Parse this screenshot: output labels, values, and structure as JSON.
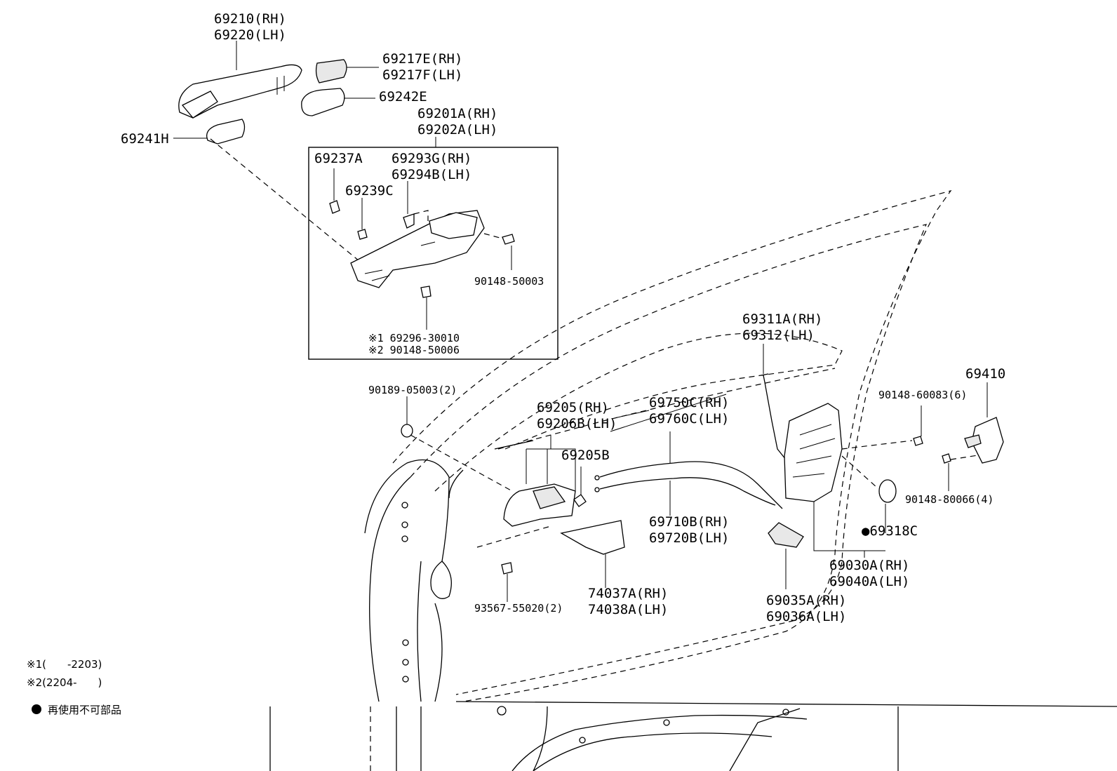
{
  "parts": {
    "outer_handle": [
      "69210(RH)",
      "69220(LH)"
    ],
    "handle_cap": [
      "69217E(RH)",
      "69217F(LH)"
    ],
    "handle_pad": "69242E",
    "handle_pad_rear": "69241H",
    "frame_assy": [
      "69201A(RH)",
      "69202A(LH)"
    ],
    "frame_clip": "69237A",
    "frame_cushion": "69239C",
    "frame_spring": [
      "69293G(RH)",
      "69294B(LH)"
    ],
    "frame_bolt": "90148-50003",
    "frame_screw_1": "※1 69296-30010",
    "frame_screw_2": "※2 90148-50006",
    "lock_rod": [
      "69311A(RH)",
      "69312(LH)"
    ],
    "striker": "69410",
    "striker_bolt_a": "90148-60083(6)",
    "striker_bolt_b": "90148-80066(4)",
    "nut": "90189-05003(2)",
    "inside_handle": [
      "69205(RH)",
      "69206B(LH)"
    ],
    "inside_handle_bezel": "69205B",
    "cable_a": [
      "69750C(RH)",
      "69760C(LH)"
    ],
    "cable_b": [
      "69710B(RH)",
      "69720B(LH)"
    ],
    "seal": "●69318C",
    "lock_assy": [
      "69030A(RH)",
      "69040A(LH)"
    ],
    "lock_cover": [
      "69035A(RH)",
      "69036A(LH)"
    ],
    "handle_cover": [
      "74037A(RH)",
      "74038A(LH)"
    ],
    "screw": "93567-55020(2)"
  },
  "notes": {
    "note1": "※1(　　-2203)",
    "note2": "※2(2204-　　)",
    "legend_text": "再使用不可部品"
  }
}
